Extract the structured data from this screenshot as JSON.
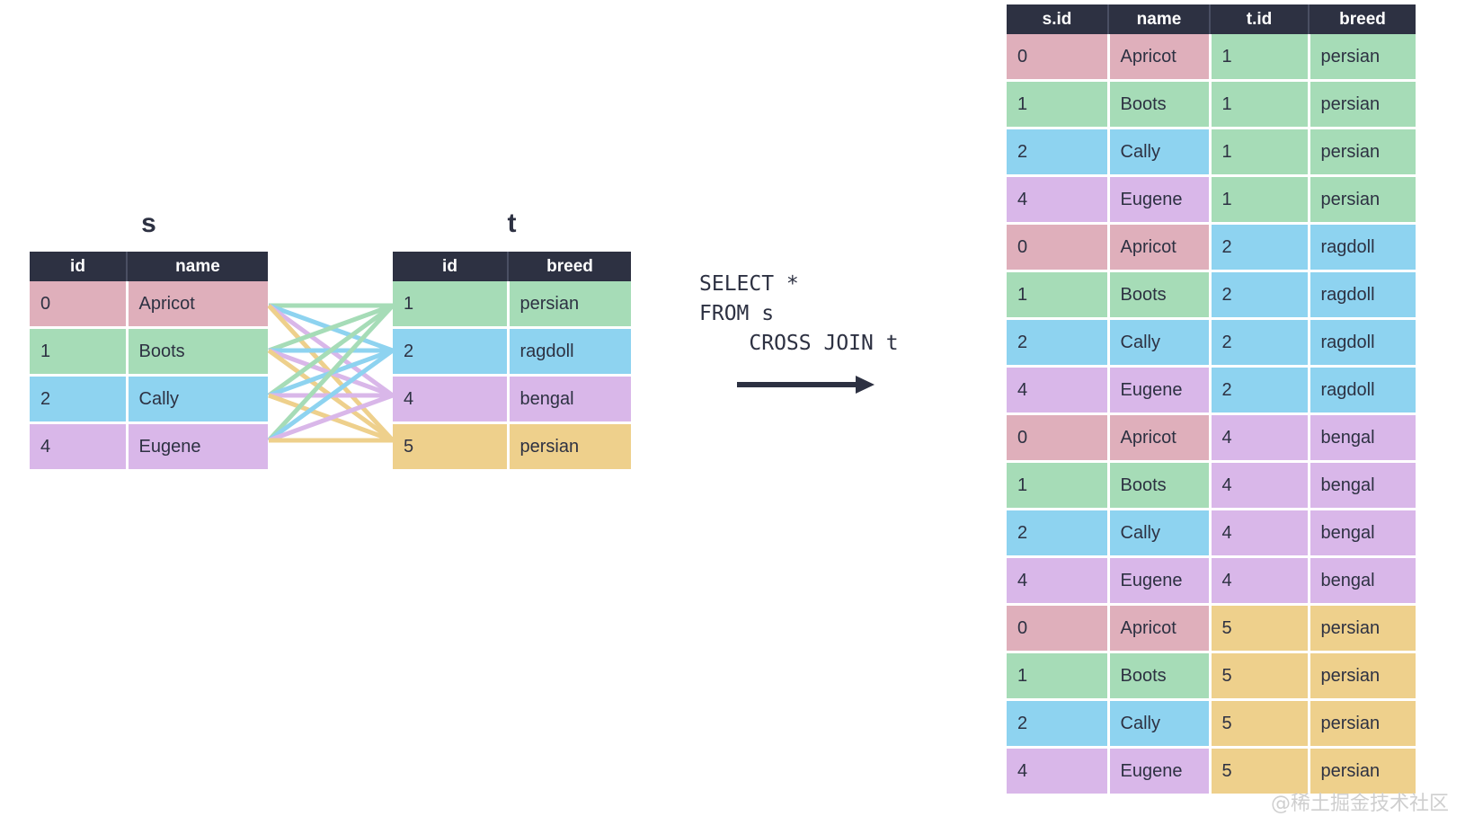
{
  "diagram": {
    "title_s": "s",
    "title_t": "t",
    "watermark": "@稀土掘金技术社区",
    "arrow_icon": "right-arrow-icon"
  },
  "sql": {
    "line1": "SELECT *",
    "line2": "FROM s",
    "line3": "    CROSS JOIN t",
    "full": "SELECT *\nFROM s\n    CROSS JOIN t"
  },
  "colors": {
    "header_bg": "#2d3142",
    "pink": "#dfafbb",
    "green": "#a6dcb7",
    "blue": "#8ed3f0",
    "purple": "#d9b7e9",
    "gold": "#eed08c",
    "text": "#2d3142",
    "watermark": "#cfcfcf"
  },
  "table_s": {
    "name": "s",
    "columns": [
      "id",
      "name"
    ],
    "rows": [
      {
        "id": "0",
        "name": "Apricot",
        "color": "pink"
      },
      {
        "id": "1",
        "name": "Boots",
        "color": "green"
      },
      {
        "id": "2",
        "name": "Cally",
        "color": "blue"
      },
      {
        "id": "4",
        "name": "Eugene",
        "color": "purple"
      }
    ]
  },
  "table_t": {
    "name": "t",
    "columns": [
      "id",
      "breed"
    ],
    "rows": [
      {
        "id": "1",
        "breed": "persian",
        "color": "green"
      },
      {
        "id": "2",
        "breed": "ragdoll",
        "color": "blue"
      },
      {
        "id": "4",
        "breed": "bengal",
        "color": "purple"
      },
      {
        "id": "5",
        "breed": "persian",
        "color": "gold"
      }
    ]
  },
  "table_result": {
    "columns": [
      "s.id",
      "name",
      "t.id",
      "breed"
    ],
    "rows": [
      {
        "s_id": "0",
        "name": "Apricot",
        "t_id": "1",
        "breed": "persian",
        "left_color": "pink",
        "right_color": "green"
      },
      {
        "s_id": "1",
        "name": "Boots",
        "t_id": "1",
        "breed": "persian",
        "left_color": "green",
        "right_color": "green"
      },
      {
        "s_id": "2",
        "name": "Cally",
        "t_id": "1",
        "breed": "persian",
        "left_color": "blue",
        "right_color": "green"
      },
      {
        "s_id": "4",
        "name": "Eugene",
        "t_id": "1",
        "breed": "persian",
        "left_color": "purple",
        "right_color": "green"
      },
      {
        "s_id": "0",
        "name": "Apricot",
        "t_id": "2",
        "breed": "ragdoll",
        "left_color": "pink",
        "right_color": "blue"
      },
      {
        "s_id": "1",
        "name": "Boots",
        "t_id": "2",
        "breed": "ragdoll",
        "left_color": "green",
        "right_color": "blue"
      },
      {
        "s_id": "2",
        "name": "Cally",
        "t_id": "2",
        "breed": "ragdoll",
        "left_color": "blue",
        "right_color": "blue"
      },
      {
        "s_id": "4",
        "name": "Eugene",
        "t_id": "2",
        "breed": "ragdoll",
        "left_color": "purple",
        "right_color": "blue"
      },
      {
        "s_id": "0",
        "name": "Apricot",
        "t_id": "4",
        "breed": "bengal",
        "left_color": "pink",
        "right_color": "purple"
      },
      {
        "s_id": "1",
        "name": "Boots",
        "t_id": "4",
        "breed": "bengal",
        "left_color": "green",
        "right_color": "purple"
      },
      {
        "s_id": "2",
        "name": "Cally",
        "t_id": "4",
        "breed": "bengal",
        "left_color": "blue",
        "right_color": "purple"
      },
      {
        "s_id": "4",
        "name": "Eugene",
        "t_id": "4",
        "breed": "bengal",
        "left_color": "purple",
        "right_color": "purple"
      },
      {
        "s_id": "0",
        "name": "Apricot",
        "t_id": "5",
        "breed": "persian",
        "left_color": "pink",
        "right_color": "gold"
      },
      {
        "s_id": "1",
        "name": "Boots",
        "t_id": "5",
        "breed": "persian",
        "left_color": "green",
        "right_color": "gold"
      },
      {
        "s_id": "2",
        "name": "Cally",
        "t_id": "5",
        "breed": "persian",
        "left_color": "blue",
        "right_color": "gold"
      },
      {
        "s_id": "4",
        "name": "Eugene",
        "t_id": "5",
        "breed": "persian",
        "left_color": "purple",
        "right_color": "gold"
      }
    ]
  },
  "connections": {
    "description": "every s row joins to every t row",
    "pairs": [
      {
        "from": 0,
        "to": 0
      },
      {
        "from": 0,
        "to": 1
      },
      {
        "from": 0,
        "to": 2
      },
      {
        "from": 0,
        "to": 3
      },
      {
        "from": 1,
        "to": 0
      },
      {
        "from": 1,
        "to": 1
      },
      {
        "from": 1,
        "to": 2
      },
      {
        "from": 1,
        "to": 3
      },
      {
        "from": 2,
        "to": 0
      },
      {
        "from": 2,
        "to": 1
      },
      {
        "from": 2,
        "to": 2
      },
      {
        "from": 2,
        "to": 3
      },
      {
        "from": 3,
        "to": 0
      },
      {
        "from": 3,
        "to": 1
      },
      {
        "from": 3,
        "to": 2
      },
      {
        "from": 3,
        "to": 3
      }
    ]
  }
}
